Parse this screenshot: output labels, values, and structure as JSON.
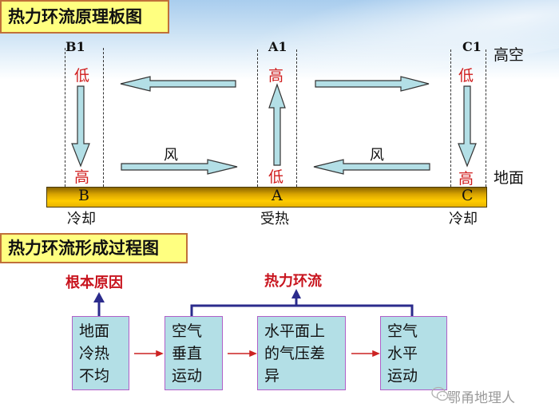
{
  "principle": {
    "title": "热力环流原理板图",
    "altitude_labels": {
      "high": "高空",
      "ground": "地面"
    },
    "columns": [
      {
        "id": "B",
        "upper_label": "B1",
        "upper_pressure": "低",
        "lower_pressure": "高",
        "ground_letter": "B",
        "ground_state": "冷却",
        "vertical_flow": "down"
      },
      {
        "id": "A",
        "upper_label": "A1",
        "upper_pressure": "高",
        "lower_pressure": "低",
        "ground_letter": "A",
        "ground_state": "受热",
        "vertical_flow": "up"
      },
      {
        "id": "C",
        "upper_label": "C1",
        "upper_pressure": "低",
        "lower_pressure": "高",
        "ground_letter": "C",
        "ground_state": "冷却",
        "vertical_flow": "down"
      }
    ],
    "wind_label": "风",
    "horizontal_flows": [
      {
        "level": "upper",
        "from": "A1",
        "to": "B1"
      },
      {
        "level": "upper",
        "from": "A1",
        "to": "C1"
      },
      {
        "level": "lower",
        "from": "B",
        "to": "A",
        "label": "风"
      },
      {
        "level": "lower",
        "from": "C",
        "to": "A",
        "label": "风"
      }
    ]
  },
  "process": {
    "title": "热力环流形成过程图",
    "root_cause_label": "根本原因",
    "circulation_label": "热力环流",
    "steps": [
      {
        "lines": [
          "地面",
          "冷热",
          "不均"
        ]
      },
      {
        "lines": [
          "空气",
          "垂直",
          "运动"
        ]
      },
      {
        "lines": [
          "水平面上",
          "的气压差",
          "异"
        ]
      },
      {
        "lines": [
          "空气",
          "水平",
          "运动"
        ]
      }
    ]
  },
  "watermark": {
    "icon": "wechat-icon",
    "text": "鄂甬地理人"
  },
  "colors": {
    "title_bg": "#ffff80",
    "title_border": "#c0703a",
    "pressure_text": "#d01c1c",
    "arrow_fill": "#b3dfe6",
    "ground": "#ffcc00",
    "box_bg": "#b3dfe6",
    "box_border": "#b060c8",
    "connector": "#2b2b8c",
    "flow_arrow": "#cc2222",
    "label_red": "#c8141e"
  }
}
